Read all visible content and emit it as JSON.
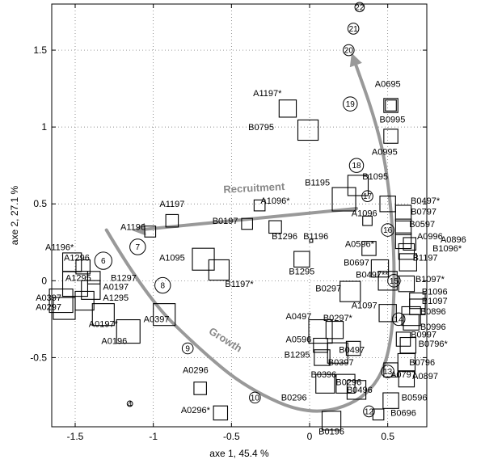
{
  "chart_data": {
    "type": "scatter",
    "title": "",
    "xlabel": "axe 1, 45.4 %",
    "ylabel": "axe 2, 27.1 %",
    "xlim": [
      -1.65,
      0.75
    ],
    "ylim": [
      -0.95,
      1.8
    ],
    "xticks": [
      -1.5,
      -1,
      -0.5,
      0,
      0.5
    ],
    "xtick_labels": [
      "-1.5",
      "-1",
      "-0.5",
      "0",
      "0.5"
    ],
    "yticks": [
      -0.5,
      0,
      0.5,
      1,
      1.5
    ],
    "ytick_labels": [
      "-0.5",
      "0",
      "0.5",
      "1",
      "1.5"
    ],
    "grid": true,
    "arrows": [
      {
        "label": "Recruitment",
        "color": "#999999",
        "points": [
          [
            0.3,
            0.47
          ],
          [
            -1.1,
            0.33
          ]
        ]
      },
      {
        "label": "Growth",
        "color": "#999999",
        "points": [
          [
            -1.3,
            0.33
          ],
          [
            -1.05,
            -0.1
          ],
          [
            -0.7,
            -0.45
          ],
          [
            -0.4,
            -0.7
          ],
          [
            0.0,
            -0.88
          ],
          [
            0.35,
            -0.78
          ],
          [
            0.52,
            -0.5
          ],
          [
            0.55,
            0.1
          ],
          [
            0.5,
            0.7
          ],
          [
            0.42,
            1.05
          ],
          [
            0.28,
            1.45
          ]
        ]
      }
    ],
    "samples": [
      {
        "label": "A0695",
        "x": 0.52,
        "y": 1.14,
        "size": 0.09,
        "tx": 0.5,
        "ty": 1.26
      },
      {
        "label": "B0995",
        "x": 0.52,
        "y": 1.14,
        "size": 0.07,
        "tx": 0.53,
        "ty": 1.03
      },
      {
        "label": "A0995",
        "x": 0.52,
        "y": 0.94,
        "size": 0.09,
        "tx": 0.48,
        "ty": 0.82
      },
      {
        "label": "A1197*",
        "x": -0.14,
        "y": 1.12,
        "size": 0.11,
        "tx": -0.27,
        "ty": 1.2
      },
      {
        "label": "B0795",
        "x": -0.01,
        "y": 0.98,
        "size": 0.13,
        "tx": -0.31,
        "ty": 0.98
      },
      {
        "label": "B1195",
        "x": 0.22,
        "y": 0.53,
        "size": 0.15,
        "tx": 0.05,
        "ty": 0.62
      },
      {
        "label": "B1095",
        "x": 0.31,
        "y": 0.62,
        "size": 0.13,
        "tx": 0.42,
        "ty": 0.66
      },
      {
        "label": "B0497*",
        "x": 0.5,
        "y": 0.5,
        "size": 0.1,
        "tx": 0.74,
        "ty": 0.5
      },
      {
        "label": "A1096",
        "x": 0.37,
        "y": 0.39,
        "size": 0.06,
        "tx": 0.35,
        "ty": 0.42
      },
      {
        "label": "B0797",
        "x": 0.6,
        "y": 0.44,
        "size": 0.1,
        "tx": 0.73,
        "ty": 0.43
      },
      {
        "label": "B0597",
        "x": 0.6,
        "y": 0.35,
        "size": 0.1,
        "tx": 0.72,
        "ty": 0.35
      },
      {
        "label": "A0996",
        "x": 0.6,
        "y": 0.26,
        "size": 0.1,
        "tx": 0.77,
        "ty": 0.27
      },
      {
        "label": "A0896",
        "x": 0.64,
        "y": 0.24,
        "size": 0.08,
        "tx": 0.92,
        "ty": 0.25
      },
      {
        "label": "B1096*",
        "x": 0.62,
        "y": 0.19,
        "size": 0.1,
        "tx": 0.88,
        "ty": 0.19
      },
      {
        "label": "A0596*",
        "x": 0.38,
        "y": 0.21,
        "size": 0.09,
        "tx": 0.32,
        "ty": 0.22
      },
      {
        "label": "B1197",
        "x": 0.63,
        "y": 0.12,
        "size": 0.11,
        "tx": 0.74,
        "ty": 0.13
      },
      {
        "label": "B0697",
        "x": 0.45,
        "y": 0.08,
        "size": 0.11,
        "tx": 0.3,
        "ty": 0.1
      },
      {
        "label": "B0497**",
        "x": 0.5,
        "y": 0.0,
        "size": 0.12,
        "tx": 0.4,
        "ty": 0.02
      },
      {
        "label": "B1097*",
        "x": 0.62,
        "y": -0.02,
        "size": 0.1,
        "tx": 0.77,
        "ty": -0.01
      },
      {
        "label": "B0297",
        "x": 0.26,
        "y": -0.07,
        "size": 0.13,
        "tx": 0.12,
        "ty": -0.07
      },
      {
        "label": "B1096",
        "x": 0.69,
        "y": -0.13,
        "size": 0.1,
        "tx": 0.8,
        "ty": -0.09
      },
      {
        "label": "B1097",
        "x": 0.69,
        "y": -0.17,
        "size": 0.1,
        "tx": 0.8,
        "ty": -0.15
      },
      {
        "label": "B0896",
        "x": 0.65,
        "y": -0.23,
        "size": 0.12,
        "tx": 0.79,
        "ty": -0.22
      },
      {
        "label": "A1097",
        "x": 0.5,
        "y": -0.21,
        "size": 0.11,
        "tx": 0.35,
        "ty": -0.18
      },
      {
        "label": "A0497",
        "x": 0.07,
        "y": -0.33,
        "size": 0.15,
        "tx": -0.07,
        "ty": -0.25
      },
      {
        "label": "B0297*",
        "x": 0.16,
        "y": -0.32,
        "size": 0.11,
        "tx": 0.18,
        "ty": -0.26
      },
      {
        "label": "B0996",
        "x": 0.65,
        "y": -0.27,
        "size": 0.1,
        "tx": 0.79,
        "ty": -0.32
      },
      {
        "label": "B0997",
        "x": 0.6,
        "y": -0.38,
        "size": 0.09,
        "tx": 0.73,
        "ty": -0.37
      },
      {
        "label": "B0796*",
        "x": 0.63,
        "y": -0.42,
        "size": 0.1,
        "tx": 0.79,
        "ty": -0.43
      },
      {
        "label": "A0596",
        "x": 0.07,
        "y": -0.42,
        "size": 0.09,
        "tx": -0.07,
        "ty": -0.4
      },
      {
        "label": "B0497",
        "x": 0.28,
        "y": -0.44,
        "size": 0.09,
        "tx": 0.27,
        "ty": -0.47
      },
      {
        "label": "B1295",
        "x": 0.08,
        "y": -0.5,
        "size": 0.1,
        "tx": -0.08,
        "ty": -0.5
      },
      {
        "label": "B0397",
        "x": 0.18,
        "y": -0.47,
        "size": 0.13,
        "tx": 0.2,
        "ty": -0.55
      },
      {
        "label": "B0796",
        "x": 0.62,
        "y": -0.53,
        "size": 0.11,
        "tx": 0.72,
        "ty": -0.55
      },
      {
        "label": "A0797",
        "x": 0.52,
        "y": -0.58,
        "size": 0.09,
        "tx": 0.6,
        "ty": -0.63
      },
      {
        "label": "A0897",
        "x": 0.62,
        "y": -0.64,
        "size": 0.1,
        "tx": 0.74,
        "ty": -0.64
      },
      {
        "label": "B0396",
        "x": 0.1,
        "y": -0.67,
        "size": 0.12,
        "tx": 0.09,
        "ty": -0.63
      },
      {
        "label": "B0296",
        "x": 0.23,
        "y": -0.67,
        "size": 0.12,
        "tx": 0.25,
        "ty": -0.68
      },
      {
        "label": "B0496",
        "x": 0.3,
        "y": -0.71,
        "size": 0.12,
        "tx": 0.32,
        "ty": -0.73
      },
      {
        "label": "B0596",
        "x": 0.52,
        "y": -0.78,
        "size": 0.1,
        "tx": 0.67,
        "ty": -0.78
      },
      {
        "label": "B0296",
        "x": -0.09,
        "y": -0.74,
        "size": 0.0,
        "tx": -0.1,
        "ty": -0.78
      },
      {
        "label": "B0696",
        "x": 0.44,
        "y": -0.87,
        "size": 0.07,
        "tx": 0.6,
        "ty": -0.88
      },
      {
        "label": "B0196",
        "x": 0.14,
        "y": -0.91,
        "size": 0.12,
        "tx": 0.14,
        "ty": -1.0
      },
      {
        "label": "A0296",
        "x": -0.7,
        "y": -0.7,
        "size": 0.08,
        "tx": -0.73,
        "ty": -0.6
      },
      {
        "label": "A0296*",
        "x": -0.57,
        "y": -0.86,
        "size": 0.09,
        "tx": -0.73,
        "ty": -0.86
      },
      {
        "label": "A1197",
        "x": -0.88,
        "y": 0.39,
        "size": 0.08,
        "tx": -0.88,
        "ty": 0.48
      },
      {
        "label": "A1096*",
        "x": -0.32,
        "y": 0.49,
        "size": 0.07,
        "tx": -0.22,
        "ty": 0.5
      },
      {
        "label": "B0197",
        "x": -0.4,
        "y": 0.37,
        "size": 0.07,
        "tx": -0.54,
        "ty": 0.37
      },
      {
        "label": "A1196",
        "x": -1.02,
        "y": 0.32,
        "size": 0.07,
        "tx": -1.13,
        "ty": 0.33
      },
      {
        "label": "B1296",
        "x": -0.22,
        "y": 0.35,
        "size": 0.08,
        "tx": -0.16,
        "ty": 0.27
      },
      {
        "label": "B1196",
        "x": 0.01,
        "y": 0.26,
        "size": 0.02,
        "tx": 0.04,
        "ty": 0.27
      },
      {
        "label": "A1095",
        "x": -0.68,
        "y": 0.14,
        "size": 0.14,
        "tx": -0.88,
        "ty": 0.13
      },
      {
        "label": "B1295",
        "x": -0.05,
        "y": 0.14,
        "size": 0.1,
        "tx": -0.05,
        "ty": 0.04
      },
      {
        "label": "B1197*",
        "x": -0.58,
        "y": 0.07,
        "size": 0.13,
        "tx": -0.45,
        "ty": -0.04
      },
      {
        "label": "A1196*",
        "x": -1.52,
        "y": 0.12,
        "size": 0.12,
        "tx": -1.6,
        "ty": 0.2
      },
      {
        "label": "A1296",
        "x": -1.45,
        "y": 0.09,
        "size": 0.09,
        "tx": -1.49,
        "ty": 0.13
      },
      {
        "label": "B1297",
        "x": -1.38,
        "y": 0.02,
        "size": 0.08,
        "tx": -1.19,
        "ty": 0.0
      },
      {
        "label": "A1295",
        "x": -1.5,
        "y": -0.02,
        "size": 0.16,
        "tx": -1.48,
        "ty": 0.0
      },
      {
        "label": "A0197",
        "x": -1.4,
        "y": -0.06,
        "size": 0.12,
        "tx": -1.24,
        "ty": -0.06
      },
      {
        "label": "A0397",
        "x": -1.59,
        "y": -0.13,
        "size": 0.15,
        "tx": -1.67,
        "ty": -0.13
      },
      {
        "label": "A0297",
        "x": -1.57,
        "y": -0.18,
        "size": 0.14,
        "tx": -1.67,
        "ty": -0.19
      },
      {
        "label": "A1295",
        "x": -1.44,
        "y": -0.13,
        "size": 0.12,
        "tx": -1.24,
        "ty": -0.13
      },
      {
        "label": "A0197*",
        "x": -1.32,
        "y": -0.22,
        "size": 0.14,
        "tx": -1.32,
        "ty": -0.3
      },
      {
        "label": "A0397",
        "x": -0.93,
        "y": -0.22,
        "size": 0.14,
        "tx": -0.98,
        "ty": -0.27
      },
      {
        "label": "A0196",
        "x": -1.16,
        "y": -0.33,
        "size": 0.15,
        "tx": -1.25,
        "ty": -0.41
      }
    ],
    "points": [
      {
        "label": "4",
        "x": -1.15,
        "y": -0.8,
        "size": 0.025
      },
      {
        "label": "6",
        "x": -1.32,
        "y": 0.13,
        "size": 0.1
      },
      {
        "label": "7",
        "x": -1.1,
        "y": 0.22,
        "size": 0.09
      },
      {
        "label": "8",
        "x": -0.94,
        "y": -0.03,
        "size": 0.09
      },
      {
        "label": "9",
        "x": -0.78,
        "y": -0.44,
        "size": 0.06
      },
      {
        "label": "10",
        "x": -0.35,
        "y": -0.76,
        "size": 0.06
      },
      {
        "label": "12",
        "x": 0.38,
        "y": -0.85,
        "size": 0.06
      },
      {
        "label": "13",
        "x": 0.5,
        "y": -0.59,
        "size": 0.07
      },
      {
        "label": "14",
        "x": 0.57,
        "y": -0.25,
        "size": 0.07
      },
      {
        "label": "15",
        "x": 0.54,
        "y": 0.0,
        "size": 0.07
      },
      {
        "label": "16",
        "x": 0.5,
        "y": 0.33,
        "size": 0.07
      },
      {
        "label": "17",
        "x": 0.37,
        "y": 0.55,
        "size": 0.06
      },
      {
        "label": "18",
        "x": 0.3,
        "y": 0.75,
        "size": 0.08
      },
      {
        "label": "19",
        "x": 0.26,
        "y": 1.15,
        "size": 0.08
      },
      {
        "label": "20",
        "x": 0.25,
        "y": 1.5,
        "size": 0.06
      },
      {
        "label": "21",
        "x": 0.28,
        "y": 1.64,
        "size": 0.06
      },
      {
        "label": "22",
        "x": 0.32,
        "y": 1.78,
        "size": 0.05
      }
    ]
  }
}
